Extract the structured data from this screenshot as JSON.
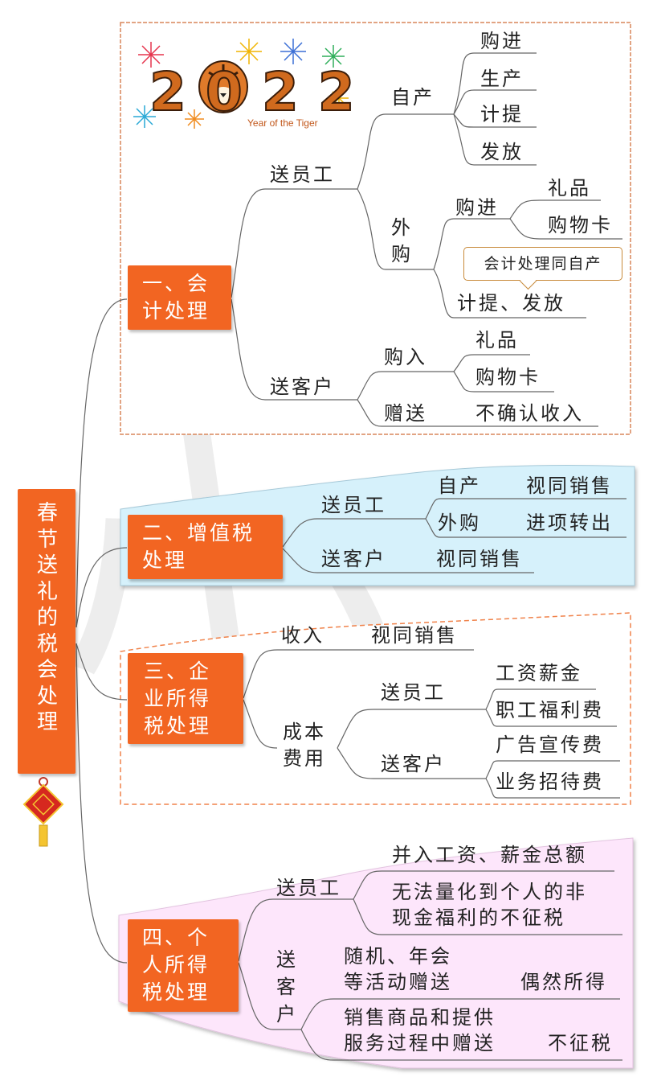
{
  "logo": {
    "year": "2022",
    "caption": "Year of the Tiger"
  },
  "root": {
    "label": "春节送礼的税会处理"
  },
  "sec1": {
    "title_l1": "一、会",
    "title_l2": "计处理",
    "send_staff": "送员工",
    "self_made": "自产",
    "self_items": [
      "购进",
      "生产",
      "计提",
      "发放"
    ],
    "outsourced_l1": "外",
    "outsourced_l2": "购",
    "buy_in": "购进",
    "buy_items": [
      "礼品",
      "购物卡"
    ],
    "callout": "会计处理同自产",
    "accrue_issue": "计提、发放",
    "send_client": "送客户",
    "purchase": "购入",
    "purchase_items": [
      "礼品",
      "购物卡"
    ],
    "gift": "赠送",
    "gift_result": "不确认收入"
  },
  "sec2": {
    "title_l1": "二、增值税",
    "title_l2": "处理",
    "send_staff": "送员工",
    "self_made": "自产",
    "self_result": "视同销售",
    "outsourced": "外购",
    "outsourced_result": "进项转出",
    "send_client": "送客户",
    "client_result": "视同销售"
  },
  "sec3": {
    "title_l1": "三、企",
    "title_l2": "业所得",
    "title_l3": "税处理",
    "income": "收入",
    "income_result": "视同销售",
    "cost_l1": "成本",
    "cost_l2": "费用",
    "send_staff": "送员工",
    "staff_items": [
      "工资薪金",
      "职工福利费"
    ],
    "send_client": "送客户",
    "client_items": [
      "广告宣传费",
      "业务招待费"
    ]
  },
  "sec4": {
    "title_l1": "四、个",
    "title_l2": "人所得",
    "title_l3": "税处理",
    "send_staff": "送员工",
    "staff_item1": "并入工资、薪金总额",
    "staff_item2_l1": "无法量化到个人的非",
    "staff_item2_l2": "现金福利的不征税",
    "send_client_chars": [
      "送",
      "客",
      "户"
    ],
    "client_item1_l1": "随机、年会",
    "client_item1_l2": "等活动赠送",
    "client_item1_result": "偶然所得",
    "client_item2_l1": "销售商品和提供",
    "client_item2_l2": "服务过程中赠送",
    "client_item2_result": "不征税"
  },
  "colors": {
    "node": "#f26522",
    "sec1_border": "#d9865a",
    "sec2_fill": "#d6f1fb",
    "sec3_border": "#f0824a",
    "sec4_fill": "#fde6fb",
    "line": "#666666"
  }
}
